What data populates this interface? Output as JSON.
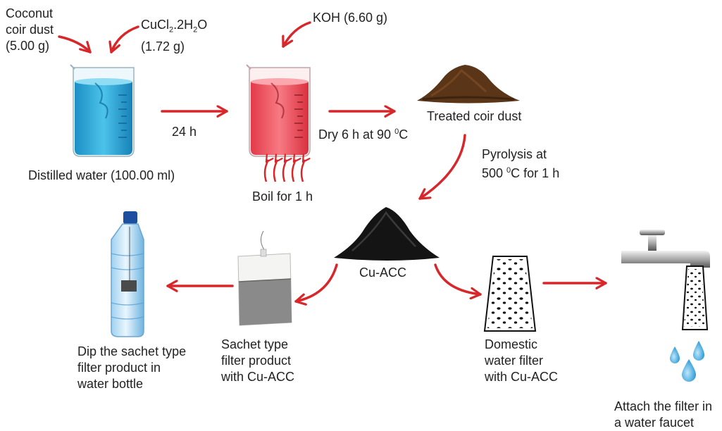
{
  "colors": {
    "arrow": "#d8272a",
    "blue_water": "#1fa3d6",
    "red_water": "#ef4a55",
    "coir_brown": "#5a3518",
    "carbon_black": "#141414"
  },
  "inputs": {
    "coconut_line1": "Coconut",
    "coconut_line2": "coir dust",
    "coconut_mass": "(5.00 g)",
    "cucl_a": "CuCl",
    "cucl_sub1": "2",
    "cucl_b": ".2H",
    "cucl_sub2": "2",
    "cucl_c": "O",
    "cucl_mass": "(1.72 g)",
    "koh": "KOH (6.60 g)"
  },
  "steps": {
    "distilled_water": "Distilled water (100.00 ml)",
    "mix_time": "24 h",
    "boil": "Boil for 1 h",
    "dry_a": "Dry 6 h at 90 ",
    "dry_sup": "0",
    "dry_b": "C",
    "treated": "Treated coir dust",
    "pyro_line1": "Pyrolysis at",
    "pyro_a": "500 ",
    "pyro_sup": "0",
    "pyro_b": "C for 1 h",
    "product": "Cu-ACC"
  },
  "applications": {
    "bottle_line1": "Dip the sachet type",
    "bottle_line2": "filter product in",
    "bottle_line3": "water bottle",
    "sachet_line1": "Sachet type",
    "sachet_line2": "filter product",
    "sachet_line3": "with Cu-ACC",
    "domestic_line1": "Domestic",
    "domestic_line2": "water filter",
    "domestic_line3": "with Cu-ACC",
    "faucet_line1": "Attach the filter in",
    "faucet_line2": "a water faucet"
  }
}
